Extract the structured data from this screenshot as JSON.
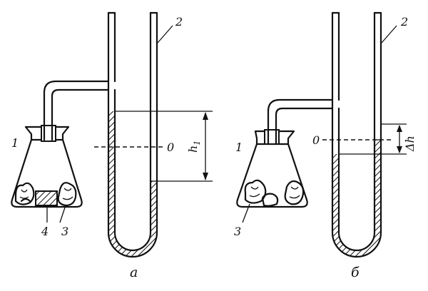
{
  "diagram_a": {
    "flask_label": "1",
    "tube_label": "2",
    "pellets_label": "3",
    "block_label": "4",
    "zero_label": "0",
    "height_label": "h",
    "height_sub": "1",
    "caption": "а"
  },
  "diagram_b": {
    "flask_label": "1",
    "tube_label": "2",
    "pellets_label": "3",
    "zero_label": "0",
    "height_label": "Δh",
    "caption": "б"
  },
  "colors": {
    "ink": "#111111",
    "background": "#ffffff"
  }
}
